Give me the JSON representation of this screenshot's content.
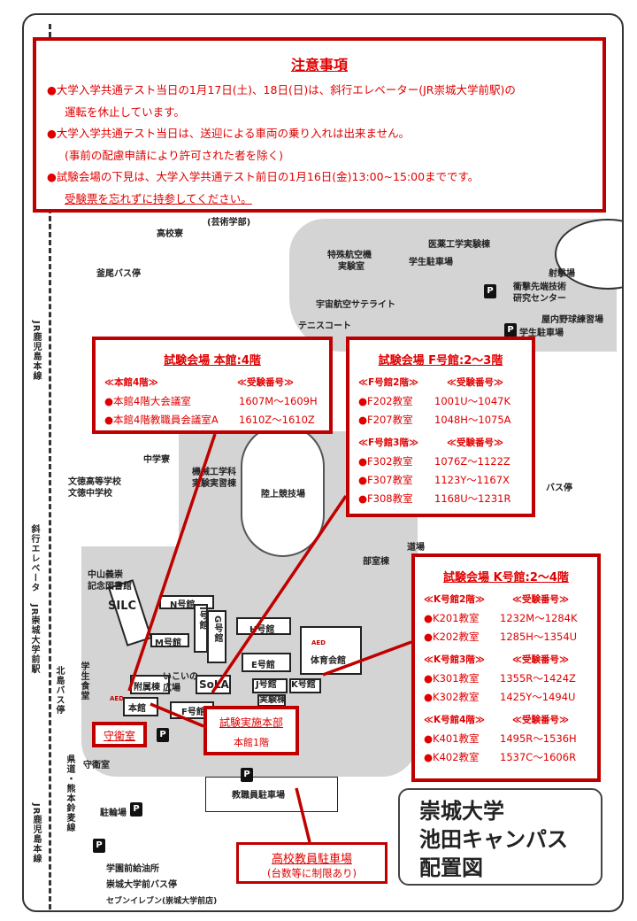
{
  "notice": {
    "title": "注意事項",
    "items": [
      {
        "bullet": "●",
        "lines": [
          "大学入学共通テスト当日の1月17日(土)、18日(日)は、斜行エレベーター(JR崇城大学前駅)の",
          "運転を休止しています。"
        ]
      },
      {
        "bullet": "●",
        "lines": [
          "大学入学共通テスト当日は、送迎による車両の乗り入れは出来ません。",
          "(事前の配慮申請により許可された者を除く)"
        ]
      },
      {
        "bullet": "●",
        "lines": [
          "試験会場の下見は、大学入学共通テスト前日の1月16日(金)13:00~15:00までです。",
          "受験票を忘れずに持参してください。"
        ]
      }
    ]
  },
  "venues": {
    "honkan": {
      "title": "試験会場 本館:4階",
      "floors": [
        {
          "floor": "≪本館4階≫",
          "header": "≪受験番号≫",
          "rooms": [
            {
              "room": "●本館4階大会議室",
              "range": "1607M～1609H"
            },
            {
              "room": "●本館4階教職員会議室A",
              "range": "1610Z～1610Z"
            }
          ]
        }
      ]
    },
    "f": {
      "title": "試験会場 F号館:2～3階",
      "floors": [
        {
          "floor": "≪F号館2階≫",
          "header": "≪受験番号≫",
          "rooms": [
            {
              "room": "●F202教室",
              "range": "1001U～1047K"
            },
            {
              "room": "●F207教室",
              "range": "1048H～1075A"
            }
          ]
        },
        {
          "floor": "≪F号館3階≫",
          "header": "≪受験番号≫",
          "rooms": [
            {
              "room": "●F302教室",
              "range": "1076Z～1122Z"
            },
            {
              "room": "●F307教室",
              "range": "1123Y～1167X"
            },
            {
              "room": "●F308教室",
              "range": "1168U～1231R"
            }
          ]
        }
      ]
    },
    "k": {
      "title": "試験会場 K号館:2～4階",
      "floors": [
        {
          "floor": "≪K号館2階≫",
          "header": "≪受験番号≫",
          "rooms": [
            {
              "room": "●K201教室",
              "range": "1232M～1284K"
            },
            {
              "room": "●K202教室",
              "range": "1285H～1354U"
            }
          ]
        },
        {
          "floor": "≪K号館3階≫",
          "header": "≪受験番号≫",
          "rooms": [
            {
              "room": "●K301教室",
              "range": "1355R～1424Z"
            },
            {
              "room": "●K302教室",
              "range": "1425Y～1494U"
            }
          ]
        },
        {
          "floor": "≪K号館4階≫",
          "header": "≪受験番号≫",
          "rooms": [
            {
              "room": "●K401教室",
              "range": "1495R～1536H"
            },
            {
              "room": "●K402教室",
              "range": "1537C～1606R"
            }
          ]
        }
      ]
    }
  },
  "callouts": {
    "guard": "守衛室",
    "hq_title": "試験実施本部",
    "hq_sub": "本館1階",
    "park_title": "高校教員駐車場",
    "park_sub": "(台数等に制限あり)"
  },
  "map_title": [
    "崇城大学",
    "池田キャンパス",
    "配置図"
  ],
  "map_labels": {
    "art": "(芸術学部)",
    "hs_dorm": "高校寮",
    "kamao_bus": "釜尾バス停",
    "special_aero": "特殊航空機",
    "special_aero2": "実験室",
    "pharma": "医薬工学実験棟",
    "student_parking1": "学生駐車場",
    "shooting": "射撃場",
    "impact1": "衝撃先端技術",
    "impact2": "研究センター",
    "space_sat": "宇宙航空サテライト",
    "tennis": "テニスコート",
    "indoor_baseball": "屋内野球練習場",
    "student_parking2": "学生駐車場",
    "jhs_dorm": "中学寮",
    "mech1": "機械工学科",
    "mech2": "実験実習棟",
    "bunno1": "文徳高等学校",
    "bunno2": "文徳中学校",
    "track": "陸上競技場",
    "bus_stop": "バス停",
    "dojo": "道場",
    "club": "部室棟",
    "library1": "中山義崇",
    "library2": "記念図書館",
    "silc": "SILC",
    "n": "N号館",
    "i": "I号館",
    "g": "G号館",
    "h": "H号館",
    "m": "M号館",
    "e": "E号館",
    "gym": "体育会館",
    "fuzoku": "附属棟",
    "ikoi1": "いこいの",
    "ikoi2": "広場",
    "sola": "SoLA",
    "j": "J号館",
    "k": "K号館",
    "lab": "実験棟",
    "honkan": "本館",
    "f": "F号館",
    "aed": "AED",
    "guard": "守衛室",
    "staff_parking": "教職員駐車場",
    "bike": "駐輪場",
    "gas": "学園前給油所",
    "univ_bus": "崇城大学前バス停",
    "seven": "セブンイレブン(崇城大学前店)",
    "elevator": "斜行エレベータ",
    "jr_station": "JR崇城大学前駅",
    "kitajima_bus": "北島バス停",
    "cafeteria": "学生食堂",
    "jr_line1": "JR鹿児島本線",
    "jr_line2": "JR鹿児島本線",
    "pref_road": "県道・熊本鈴麦線",
    "parking_icon": "P"
  },
  "colors": {
    "accent": "#c00000",
    "text_red": "#e00000",
    "map_gray": "#d4d4d4"
  }
}
